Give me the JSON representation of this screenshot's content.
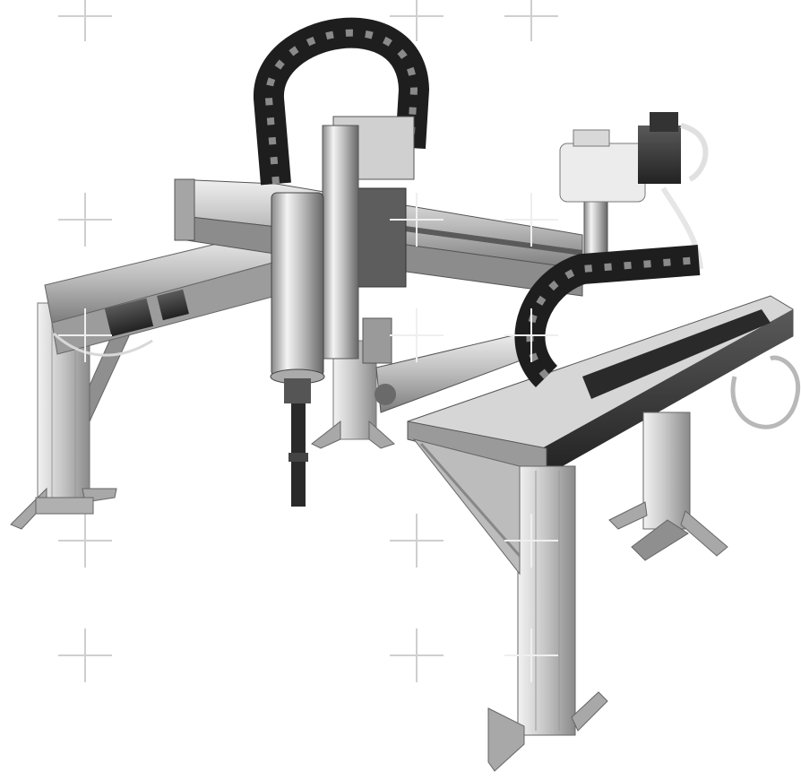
{
  "image": {
    "subject": "gantry-robot",
    "style": "grayscale-photograph",
    "background": "#ffffff"
  },
  "colors": {
    "aluminum_light": "#e4e4e4",
    "aluminum_mid": "#b9b9b9",
    "aluminum_dark": "#7a7a7a",
    "cable_chain": "#1e1e1e",
    "shadow": "#3a3a3a",
    "crosshair": "#c8c8c8"
  },
  "icons": [
    "crosshair-mark"
  ]
}
